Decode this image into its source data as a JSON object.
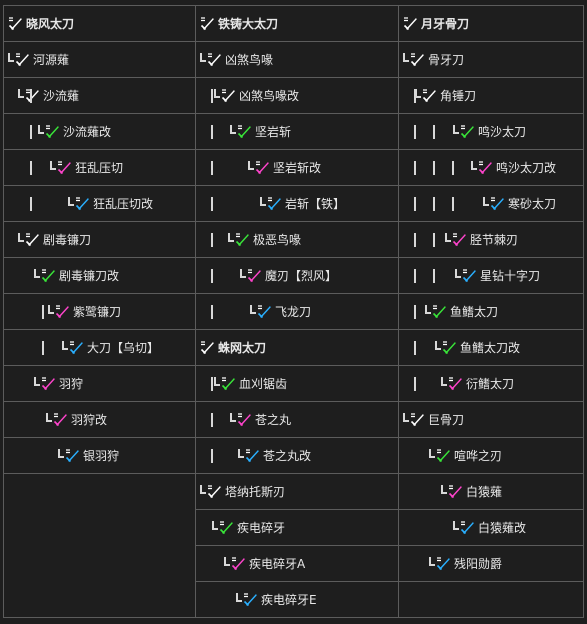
{
  "colors": {
    "header": "#ffffff",
    "normal": "#ffffff",
    "green": "#39e639",
    "pink": "#ff44cc",
    "blue": "#2ab0ff",
    "grid": "#5c5c5c",
    "background": "#1e1e1e"
  },
  "icon": "longsword-icon",
  "columns": [
    [
      {
        "name": "晓风太刀",
        "header": true,
        "pipes": [],
        "elbow": false,
        "color": "header"
      },
      {
        "name": "河源薙",
        "pipes": [],
        "elbow": true,
        "color": "normal"
      },
      {
        "name": "沙流薙",
        "pipes": [
          {
            "x": 14
          }
        ],
        "elbow": true,
        "color": "normal"
      },
      {
        "name": "沙流薙改",
        "pipes": [
          {
            "x": 14
          }
        ],
        "elbow": true,
        "color": "green"
      },
      {
        "name": "狂乱压切",
        "pipes": [
          {
            "x": 14
          }
        ],
        "elbow": true,
        "color": "pink"
      },
      {
        "name": "狂乱压切改",
        "pipes": [
          {
            "x": 14
          }
        ],
        "elbow": true,
        "color": "blue"
      },
      {
        "name": "剧毒镰刀",
        "pipes": [],
        "elbow": true,
        "color": "normal"
      },
      {
        "name": "剧毒镰刀改",
        "pipes": [],
        "elbow": true,
        "color": "green"
      },
      {
        "name": "紫鹭镰刀",
        "pipes": [
          {
            "x": 26
          }
        ],
        "elbow": true,
        "color": "pink"
      },
      {
        "name": "大刀【乌切】",
        "pipes": [
          {
            "x": 26
          }
        ],
        "elbow": true,
        "color": "blue"
      },
      {
        "name": "羽狩",
        "pipes": [],
        "elbow": true,
        "color": "pink"
      },
      {
        "name": "羽狩改",
        "pipes": [],
        "elbow": true,
        "color": "pink"
      },
      {
        "name": "银羽狩",
        "pipes": [],
        "elbow": true,
        "color": "blue"
      }
    ],
    [
      {
        "name": "铁铸大太刀",
        "header": true,
        "pipes": [],
        "elbow": false,
        "color": "header"
      },
      {
        "name": "凶煞鸟喙",
        "pipes": [],
        "elbow": true,
        "color": "normal"
      },
      {
        "name": "凶煞鸟喙改",
        "pipes": [
          {
            "x": 3
          }
        ],
        "elbow": true,
        "color": "normal"
      },
      {
        "name": "坚岩斩",
        "pipes": [
          {
            "x": 3
          }
        ],
        "elbow": true,
        "color": "green"
      },
      {
        "name": "坚岩斩改",
        "pipes": [
          {
            "x": 3
          }
        ],
        "elbow": true,
        "color": "pink"
      },
      {
        "name": "岩斩【铁】",
        "pipes": [
          {
            "x": 3
          }
        ],
        "elbow": true,
        "color": "blue"
      },
      {
        "name": "极恶鸟喙",
        "pipes": [
          {
            "x": 3
          }
        ],
        "elbow": true,
        "color": "green"
      },
      {
        "name": "魔刃【烈风】",
        "pipes": [
          {
            "x": 3
          }
        ],
        "elbow": true,
        "color": "pink"
      },
      {
        "name": "飞龙刀",
        "pipes": [
          {
            "x": 3
          }
        ],
        "elbow": true,
        "color": "blue"
      },
      {
        "name": "蛛网太刀",
        "header": true,
        "pipes": [],
        "elbow": false,
        "color": "header"
      },
      {
        "name": "血刈锯齿",
        "pipes": [
          {
            "x": 3
          }
        ],
        "elbow": true,
        "color": "green"
      },
      {
        "name": "苍之丸",
        "pipes": [
          {
            "x": 3
          }
        ],
        "elbow": true,
        "color": "pink"
      },
      {
        "name": "苍之丸改",
        "pipes": [
          {
            "x": 3
          }
        ],
        "elbow": true,
        "color": "blue"
      },
      {
        "name": "塔纳托斯刃",
        "pipes": [],
        "elbow": true,
        "color": "normal"
      },
      {
        "name": "疾电碎牙",
        "pipes": [],
        "elbow": true,
        "color": "green"
      },
      {
        "name": "疾电碎牙A",
        "pipes": [],
        "elbow": true,
        "color": "pink"
      },
      {
        "name": "疾电碎牙E",
        "pipes": [],
        "elbow": true,
        "color": "blue"
      }
    ],
    [
      {
        "name": "月牙骨刀",
        "header": true,
        "pipes": [],
        "elbow": false,
        "color": "header"
      },
      {
        "name": "骨牙刀",
        "pipes": [],
        "elbow": true,
        "color": "normal"
      },
      {
        "name": "角锤刀",
        "pipes": [
          {
            "x": 3
          }
        ],
        "elbow": true,
        "color": "normal"
      },
      {
        "name": "鸣沙太刀",
        "pipes": [
          {
            "x": 3
          },
          {
            "x": 22
          }
        ],
        "elbow": true,
        "color": "green"
      },
      {
        "name": "鸣沙太刀改",
        "pipes": [
          {
            "x": 3
          },
          {
            "x": 22
          },
          {
            "x": 41
          }
        ],
        "elbow": true,
        "color": "pink"
      },
      {
        "name": "寒砂太刀",
        "pipes": [
          {
            "x": 3
          },
          {
            "x": 22
          },
          {
            "x": 41
          }
        ],
        "elbow": true,
        "color": "blue"
      },
      {
        "name": "胫节棘刃",
        "pipes": [
          {
            "x": 3
          },
          {
            "x": 22
          }
        ],
        "elbow": true,
        "color": "pink"
      },
      {
        "name": "星钻十字刀",
        "pipes": [
          {
            "x": 3
          },
          {
            "x": 22
          }
        ],
        "elbow": true,
        "color": "blue"
      },
      {
        "name": "鱼鳍太刀",
        "pipes": [
          {
            "x": 3
          }
        ],
        "elbow": true,
        "color": "green"
      },
      {
        "name": "鱼鳍太刀改",
        "pipes": [
          {
            "x": 3
          }
        ],
        "elbow": true,
        "color": "green"
      },
      {
        "name": "衍鳍太刀",
        "pipes": [
          {
            "x": 3
          }
        ],
        "elbow": true,
        "color": "pink"
      },
      {
        "name": "巨骨刀",
        "pipes": [],
        "elbow": true,
        "color": "normal"
      },
      {
        "name": "喧哗之刃",
        "pipes": [],
        "elbow": true,
        "color": "green"
      },
      {
        "name": "白猿薙",
        "pipes": [],
        "elbow": true,
        "color": "pink"
      },
      {
        "name": "白猿薙改",
        "pipes": [],
        "elbow": true,
        "color": "blue"
      },
      {
        "name": "残阳勋爵",
        "pipes": [],
        "elbow": true,
        "color": "blue"
      }
    ]
  ]
}
